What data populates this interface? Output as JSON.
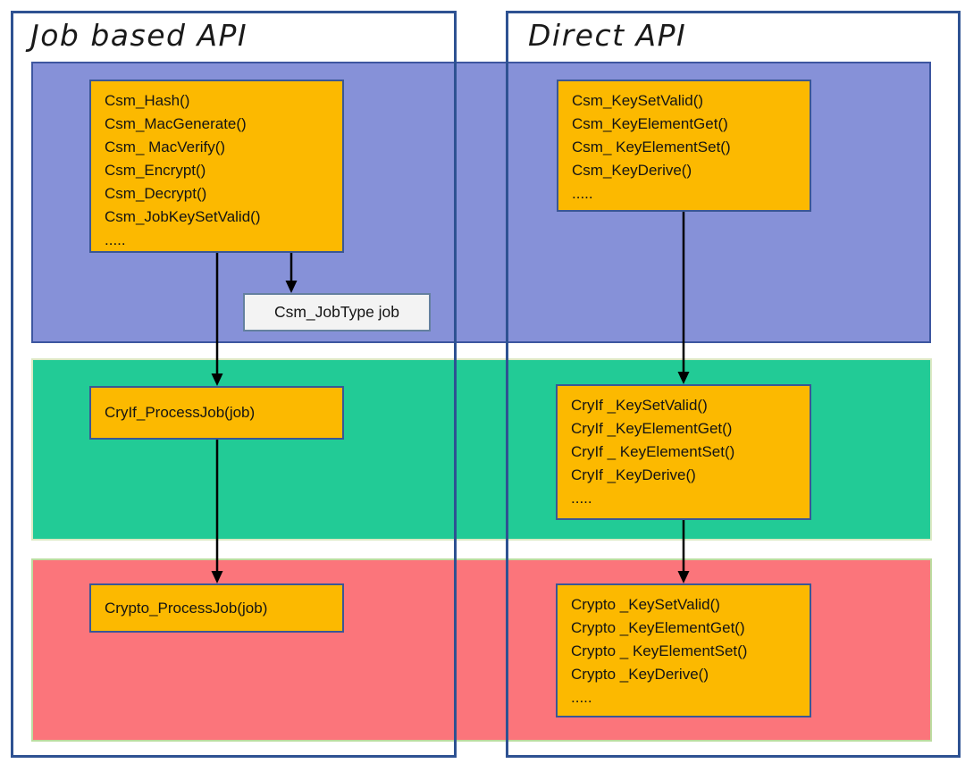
{
  "titles": {
    "left": "Job based API",
    "right": "Direct API"
  },
  "boxes": {
    "csm_job": {
      "lines": [
        "Csm_Hash()",
        "Csm_MacGenerate()",
        "Csm_ MacVerify()",
        "Csm_Encrypt()",
        "Csm_Decrypt()",
        "Csm_JobKeySetValid()",
        "....."
      ]
    },
    "job_type": {
      "label": "Csm_JobType job"
    },
    "csm_direct": {
      "lines": [
        "Csm_KeySetValid()",
        "Csm_KeyElementGet()",
        "Csm_ KeyElementSet()",
        "Csm_KeyDerive()",
        "....."
      ]
    },
    "cryif_job": {
      "label": "CryIf_ProcessJob(job)"
    },
    "cryif_direct": {
      "lines": [
        "CryIf _KeySetValid()",
        "CryIf _KeyElementGet()",
        "CryIf _ KeyElementSet()",
        "CryIf _KeyDerive()",
        "....."
      ]
    },
    "crypto_job": {
      "label": "Crypto_ProcessJob(job)"
    },
    "crypto_direct": {
      "lines": [
        "Crypto _KeySetValid()",
        "Crypto _KeyElementGet()",
        "Crypto _ KeyElementSet()",
        "Crypto _KeyDerive()",
        "....."
      ]
    }
  },
  "colors": {
    "band_csm": "#8691D8",
    "band_csm_border": "#3D56A0",
    "band_cryif": "#22CB96",
    "band_cryif_border": "#DCE9C4",
    "band_crypto": "#FB757B",
    "band_crypto_border": "#BCDCA0",
    "box_fill": "#FCB900",
    "box_border": "#3A5795",
    "outer_border": "#2E5292",
    "jobtype_fill": "#F3F3F3",
    "jobtype_border": "#64809F",
    "arrow": "#000000"
  }
}
